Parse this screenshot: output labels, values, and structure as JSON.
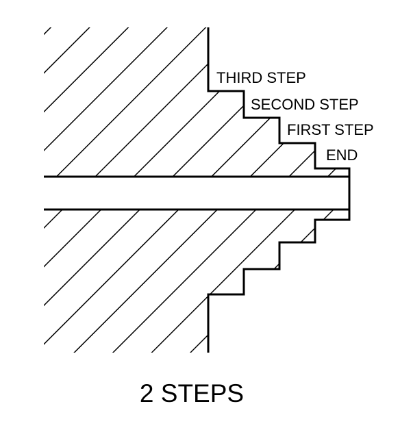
{
  "labels": {
    "third_step": "THIRD STEP",
    "second_step": "SECOND STEP",
    "first_step": "FIRST STEP",
    "end": "END"
  },
  "caption": "2 STEPS",
  "colors": {
    "line": "#000000",
    "background": "#ffffff"
  }
}
